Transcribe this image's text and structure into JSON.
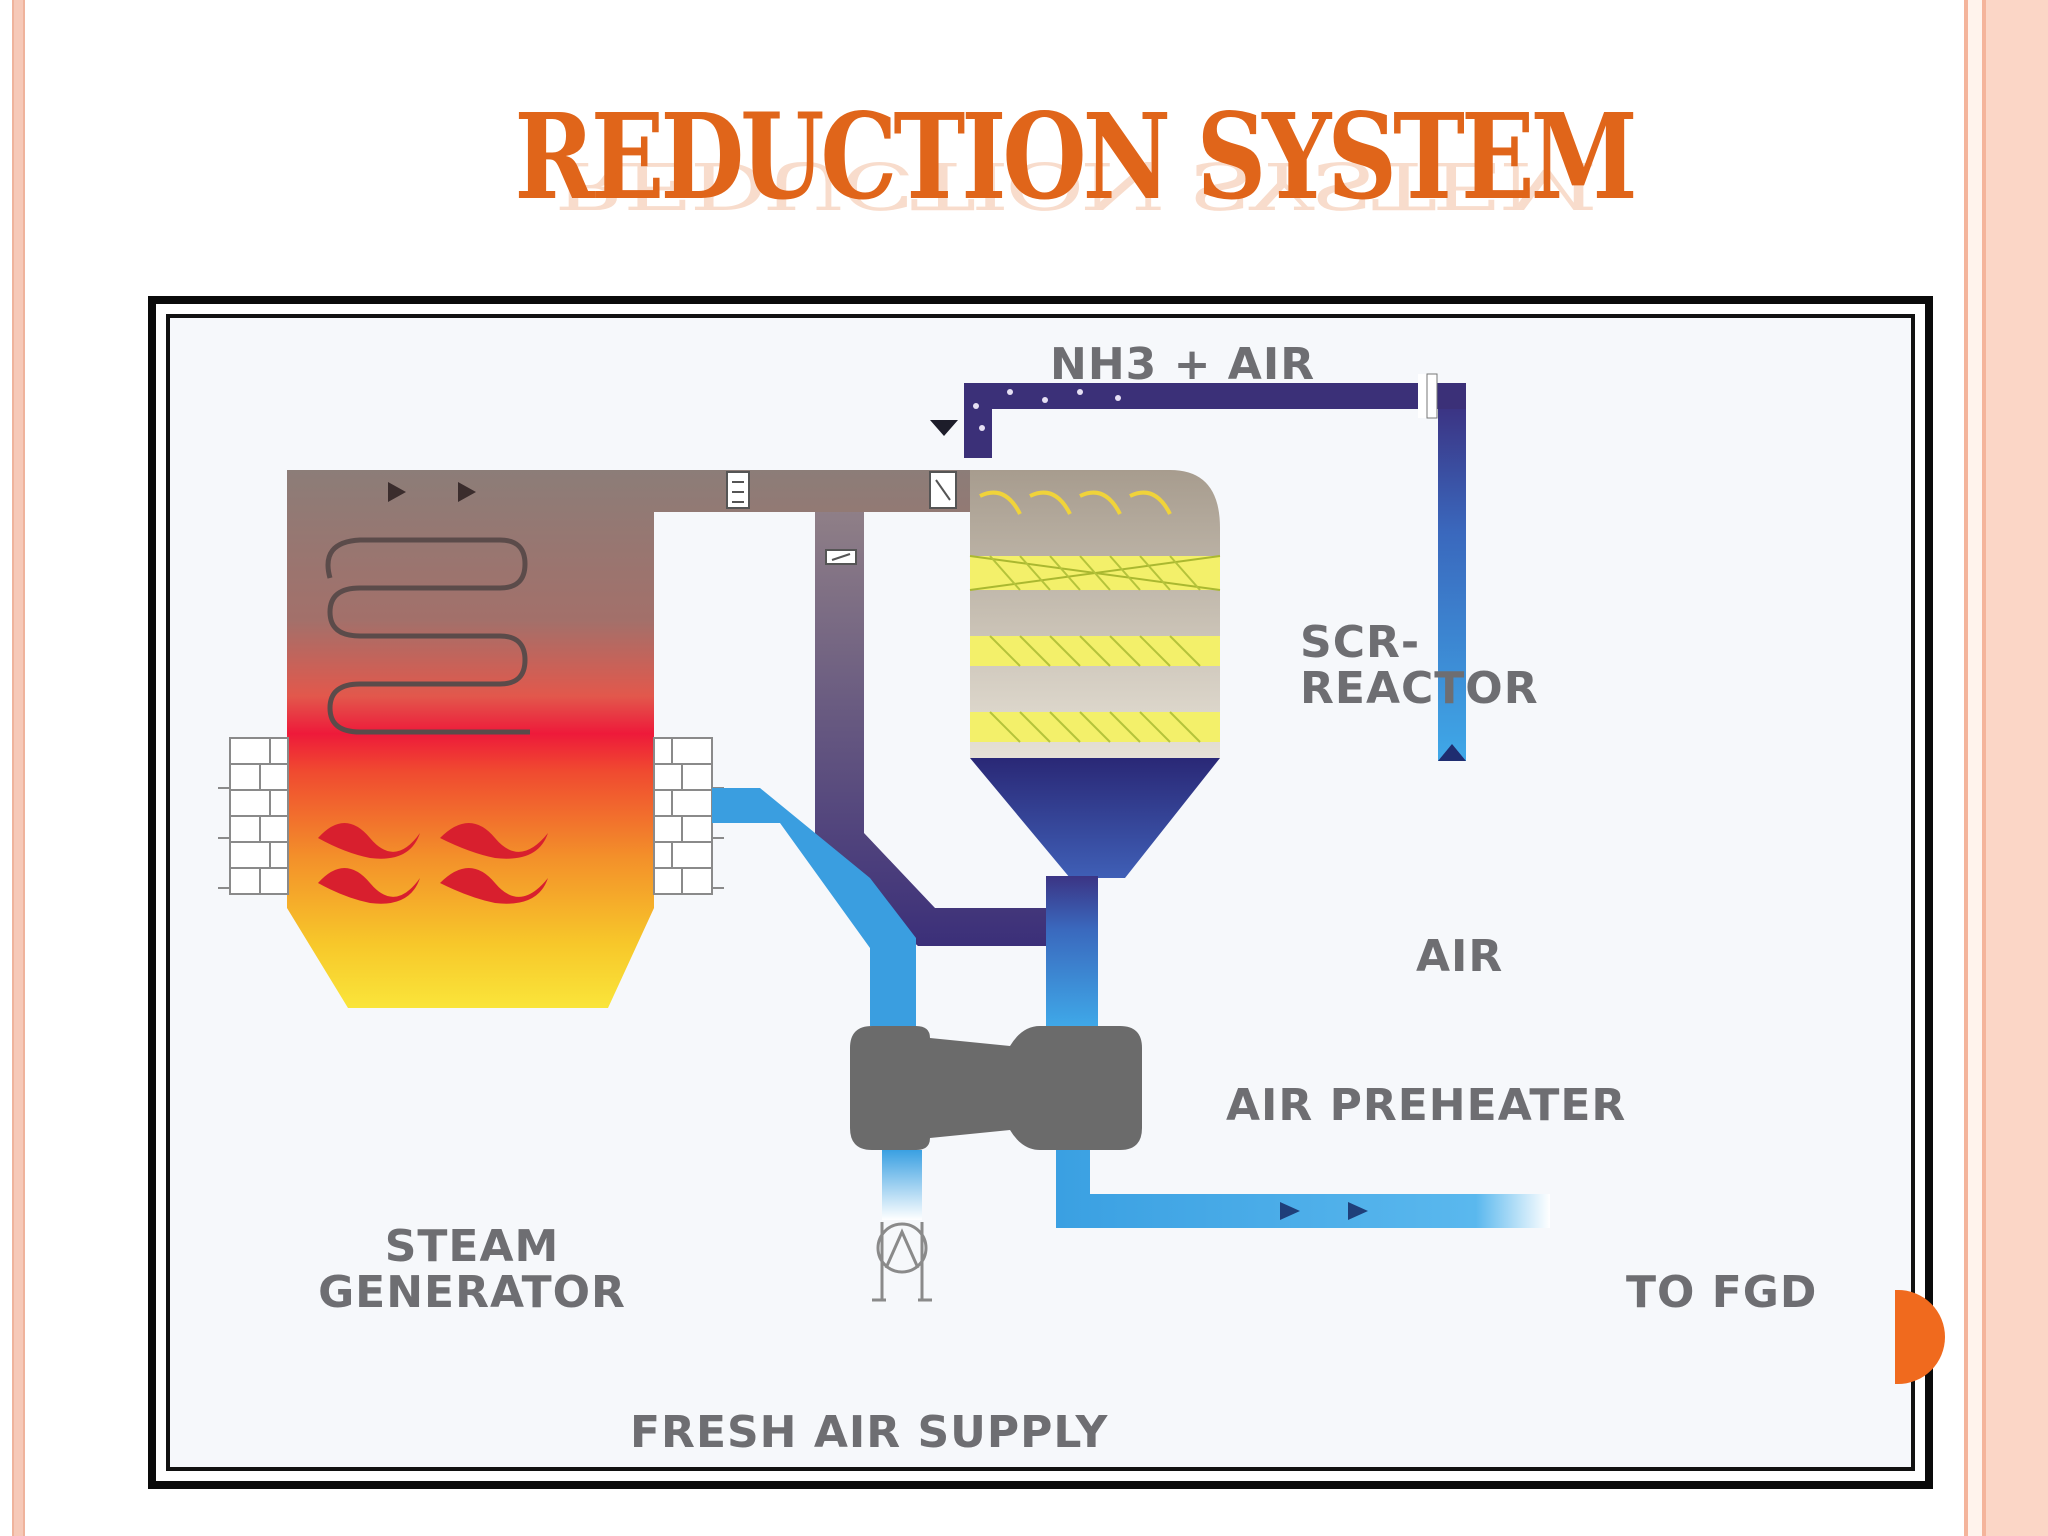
{
  "slide": {
    "title": "REDUCTION SYSTEM"
  },
  "colors": {
    "title": "#e0651a",
    "flue_gas_gray": "#8c7d78",
    "reactor_navy": "#2e2c7a",
    "air_blue": "#3a9ee0",
    "preheater_gray": "#6b6b6b",
    "label_gray": "#6e6e72"
  },
  "diagram": {
    "labels": {
      "nh3_air": "NH3 + AIR",
      "scr_line1": "SCR-",
      "scr_line2": "REACTOR",
      "air": "AIR",
      "air_preheater": "AIR PREHEATER",
      "steam_line1": "STEAM",
      "steam_line2": "GENERATOR",
      "to_fgd": "TO FGD",
      "fresh_air": "FRESH AIR SUPPLY"
    },
    "icons": [
      "flame-icon",
      "flow-arrow-icon",
      "fan-icon",
      "valve-icon",
      "damper-icon"
    ]
  }
}
